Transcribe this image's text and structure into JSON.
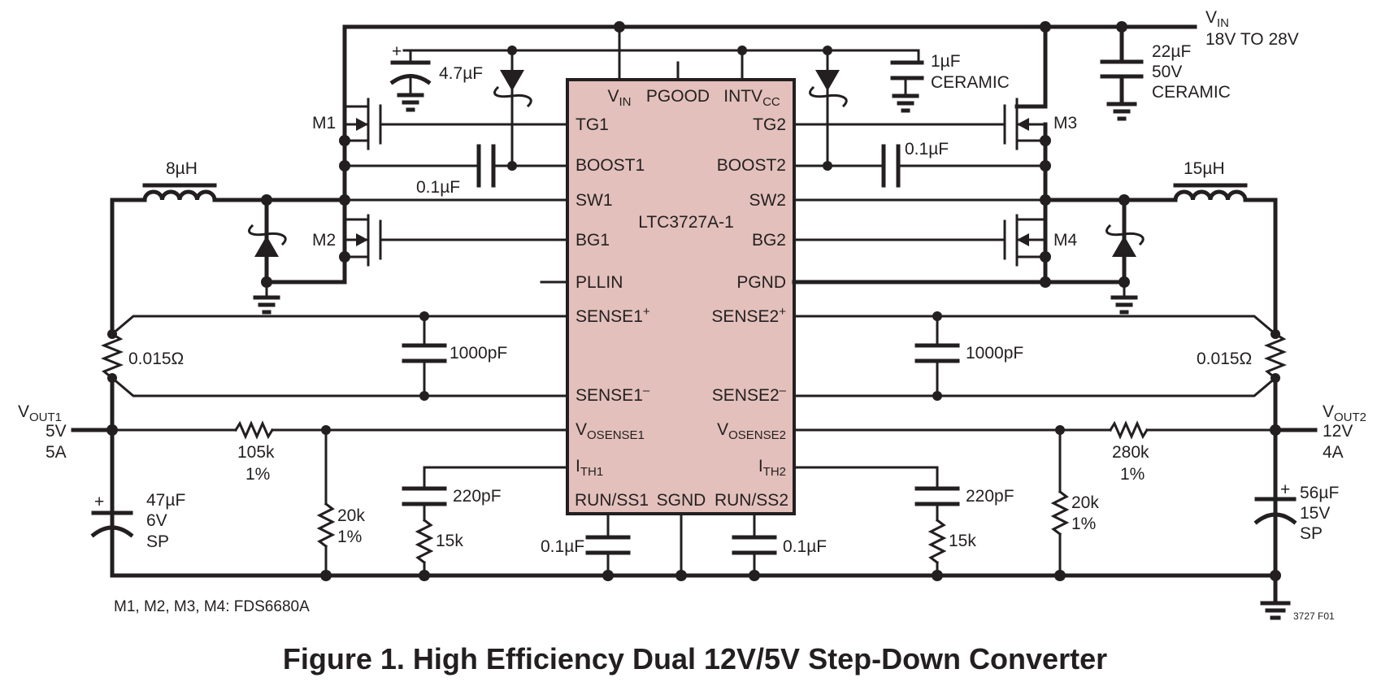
{
  "figure": {
    "title": "Figure 1. High Efficiency Dual 12V/5V Step-Down Converter",
    "figure_code": "3727 F01",
    "footnote": "M1, M2, M3, M4: FDS6680A"
  },
  "ic": {
    "name": "LTC3727A-1",
    "fill_color": "#e3c0bb",
    "top_pins": [
      {
        "main": "V",
        "sub": "IN"
      },
      {
        "main": "PGOOD",
        "sub": ""
      },
      {
        "main": "INTV",
        "sub": "CC"
      }
    ],
    "left_pins": [
      {
        "main": "TG1",
        "sub": "",
        "sup": ""
      },
      {
        "main": "BOOST1",
        "sub": "",
        "sup": ""
      },
      {
        "main": "SW1",
        "sub": "",
        "sup": ""
      },
      {
        "main": "BG1",
        "sub": "",
        "sup": ""
      },
      {
        "main": "PLLIN",
        "sub": "",
        "sup": ""
      },
      {
        "main": "SENSE1",
        "sub": "",
        "sup": "+"
      },
      {
        "main": "SENSE1",
        "sub": "",
        "sup": "–"
      },
      {
        "main": "V",
        "sub": "OSENSE1",
        "sup": ""
      },
      {
        "main": "I",
        "sub": "TH1",
        "sup": ""
      }
    ],
    "right_pins": [
      {
        "main": "TG2",
        "sub": "",
        "sup": ""
      },
      {
        "main": "BOOST2",
        "sub": "",
        "sup": ""
      },
      {
        "main": "SW2",
        "sub": "",
        "sup": ""
      },
      {
        "main": "BG2",
        "sub": "",
        "sup": ""
      },
      {
        "main": "PGND",
        "sub": "",
        "sup": ""
      },
      {
        "main": "SENSE2",
        "sub": "",
        "sup": "+"
      },
      {
        "main": "SENSE2",
        "sub": "",
        "sup": "–"
      },
      {
        "main": "V",
        "sub": "OSENSE2",
        "sup": ""
      },
      {
        "main": "I",
        "sub": "TH2",
        "sup": ""
      }
    ],
    "bottom_pins": [
      "RUN/SS1",
      "SGND",
      "RUN/SS2"
    ]
  },
  "input": {
    "label_main": "V",
    "label_sub": "IN",
    "range": "18V TO 28V",
    "cap": [
      "22µF",
      "50V",
      "CERAMIC"
    ]
  },
  "components": {
    "c_intvcc_electrolytic": "4.7µF",
    "c_intvcc_ceramic": [
      "1µF",
      "CERAMIC"
    ],
    "c_boost1": "0.1µF",
    "c_boost2": "0.1µF",
    "l1": "8µH",
    "l2": "15µH",
    "m1": "M1",
    "m2": "M2",
    "m3": "M3",
    "m4": "M4",
    "r_sense1": "0.015Ω",
    "r_sense2": "0.015Ω",
    "c_sense1": "1000pF",
    "c_sense2": "1000pF",
    "r_fb1_top": [
      "105k",
      "1%"
    ],
    "r_fb1_bot": [
      "20k",
      "1%"
    ],
    "r_fb2_top": [
      "280k",
      "1%"
    ],
    "r_fb2_bot": [
      "20k",
      "1%"
    ],
    "c_ith1": "220pF",
    "r_ith1": "15k",
    "c_ith2": "220pF",
    "r_ith2": "15k",
    "c_run1": "0.1µF",
    "c_run2": "0.1µF",
    "c_out1": [
      "47µF",
      "6V",
      "SP"
    ],
    "c_out2": [
      "56µF",
      "15V",
      "SP"
    ]
  },
  "outputs": {
    "vout1": {
      "main": "V",
      "sub": "OUT1",
      "voltage": "5V",
      "current": "5A"
    },
    "vout2": {
      "main": "V",
      "sub": "OUT2",
      "voltage": "12V",
      "current": "4A"
    }
  }
}
